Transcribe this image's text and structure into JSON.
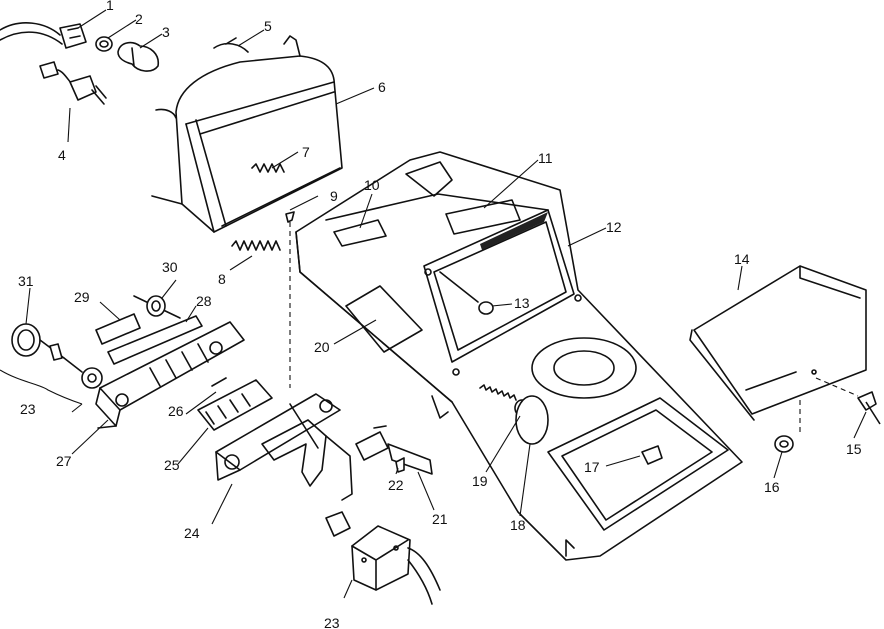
{
  "callouts": {
    "c1": "1",
    "c2": "2",
    "c3": "3",
    "c4": "4",
    "c5": "5",
    "c6": "6",
    "c7": "7",
    "c8": "8",
    "c9": "9",
    "c10": "10",
    "c11": "11",
    "c12": "12",
    "c13": "13",
    "c14": "14",
    "c15": "15",
    "c16": "16",
    "c17": "17",
    "c18": "18",
    "c19": "19",
    "c20": "20",
    "c21": "21",
    "c22": "22",
    "c23a": "23",
    "c23b": "23",
    "c24": "24",
    "c25": "25",
    "c26": "26",
    "c27": "27",
    "c28": "28",
    "c29": "29",
    "c30": "30",
    "c31": "31"
  }
}
